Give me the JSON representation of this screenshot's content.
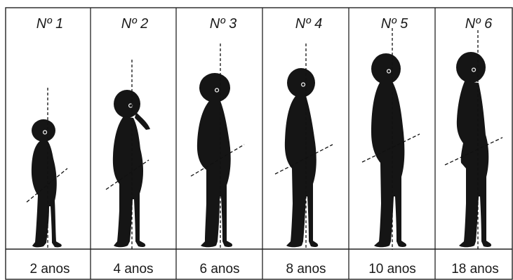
{
  "panels": [
    {
      "label": "Nº 1",
      "age": "2 anos"
    },
    {
      "label": "Nº 2",
      "age": "4 anos"
    },
    {
      "label": "Nº 3",
      "age": "6 anos"
    },
    {
      "label": "Nº 4",
      "age": "8 anos"
    },
    {
      "label": "Nº 5",
      "age": "10 anos"
    },
    {
      "label": "Nº 6",
      "age": "18 anos"
    }
  ],
  "colors": {
    "silhouette": "#151515",
    "background": "#ffffff",
    "lines": "#111111"
  }
}
